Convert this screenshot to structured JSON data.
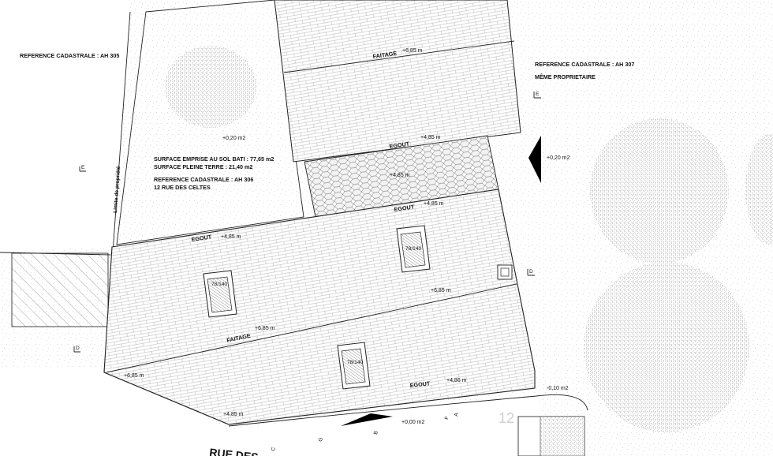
{
  "labels": {
    "ref_ah305": "REFERENCE CADASTRALE :  AH 305",
    "ref_ah307": "REFERENCE CADASTRALE :  AH 307",
    "meme_proprietaire": "MÊME PROPRIETAIRE",
    "surface_emprise": "SURFACE EMPRISE AU SOL BATI :  77,65 m2",
    "surface_pleine_terre": "SURFACE PLEINE TERRE :  21,40 m2",
    "ref_ah306": "REFERENCE CADASTRALE :  AH 306",
    "address": "12 RUE DES CELTES",
    "limite": "Limite de propriété",
    "street": "RUE DES",
    "house_number": "12"
  },
  "roof_labels": {
    "faitage_top": "FAITAGE",
    "faitage_mid": "FAITAGE",
    "egout_1": "EGOUT",
    "egout_2": "EGOUT",
    "egout_3": "EGOUT",
    "egout_4": "EGOUT"
  },
  "levels": {
    "l_top_faitage": "+6,85 m",
    "l_garden": "+0,20 m2",
    "l_egout_top": "+4,85 m",
    "l_courtyard": "+4,85 m",
    "l_egout_mid": "+4,85 m",
    "l_egout_left": "+4,85 m",
    "l_right_garden": "+0,20 m2",
    "l_faitage_right": "+6,85 m",
    "l_faitage_center": "+6,85 m",
    "l_faitage_left": "+6,85 m",
    "l_egout_bottom": "+4,86 m",
    "l_bottom_left": "+4,85 m",
    "l_street": "+0,00 m2",
    "l_right_low": "-0,10 m2"
  },
  "skylights": {
    "sk1": "78/140",
    "sk2": "78/140",
    "sk3": "78/140"
  },
  "section_marks": {
    "e1": "E",
    "e2": "E",
    "d1": "D",
    "d2": "D",
    "a": "A",
    "b": "B",
    "c": "C",
    "f": "F",
    "g": "G"
  }
}
